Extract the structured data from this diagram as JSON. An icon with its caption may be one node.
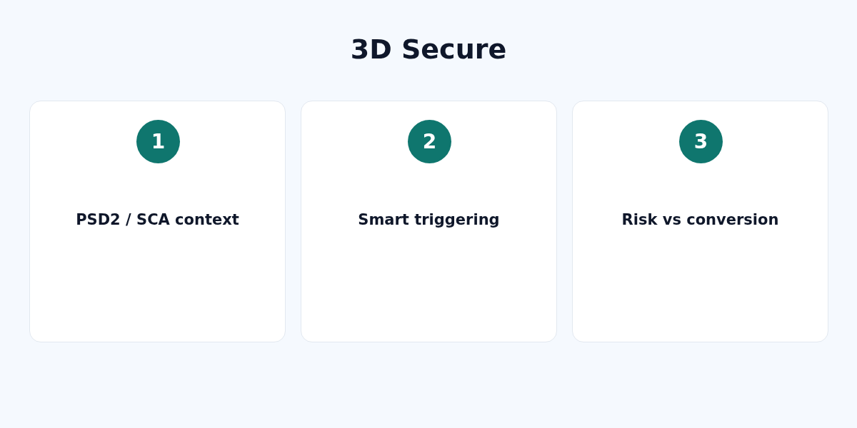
{
  "diagram": {
    "title": "3D Secure",
    "nodes": [
      {
        "text": [
          "PSD2 / SCA context"
        ]
      },
      {
        "text": [
          "1"
        ],
        "in": 0
      },
      {
        "text": [
          "Smart triggering"
        ]
      },
      {
        "text": [
          "2"
        ],
        "in": 2
      },
      {
        "text": [
          "Risk vs conversion"
        ]
      },
      {
        "text": [
          "3"
        ],
        "in": 4
      }
    ],
    "edges": []
  }
}
